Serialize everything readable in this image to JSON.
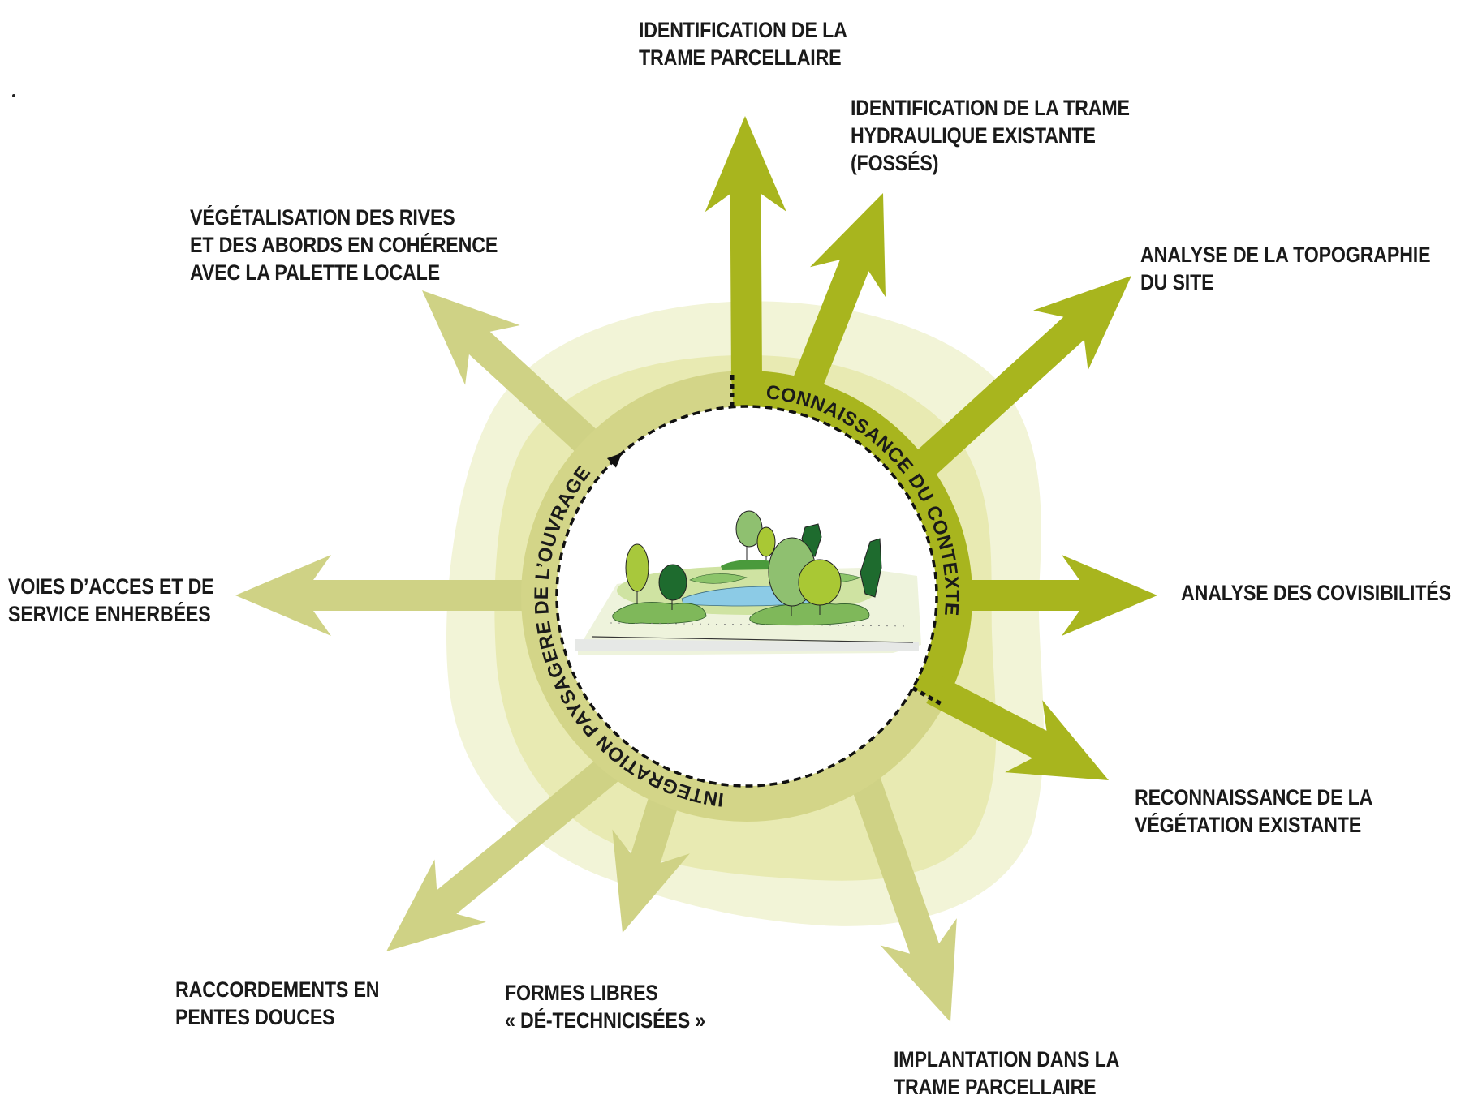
{
  "diagram": {
    "center": {
      "illustration": "landscape-sketch-pond-with-trees"
    },
    "ring": {
      "segments": [
        {
          "id": "context",
          "label": "CONNAISSANCE DU CONTEXTE",
          "color": "#a8b51e"
        },
        {
          "id": "integration",
          "label": "INTEGRATION PAYSAGERE DE L’OUVRAGE",
          "color": "#cfd285"
        }
      ]
    },
    "colors": {
      "dark_arrow": "#a8b51e",
      "light_arrow": "#cfd285",
      "halo_outer": "#f2f4d7",
      "halo_inner": "#e8eab2",
      "text": "#1a1a1a",
      "pond": "#8ccbe6"
    },
    "branches": {
      "parcellaire_id": {
        "group": "context",
        "lines": [
          "IDENTIFICATION DE LA",
          "TRAME PARCELLAIRE"
        ]
      },
      "hydraulique": {
        "group": "context",
        "lines": [
          "IDENTIFICATION DE LA TRAME",
          "HYDRAULIQUE EXISTANTE",
          "(FOSSÉS)"
        ]
      },
      "topographie": {
        "group": "context",
        "lines": [
          "ANALYSE DE LA TOPOGRAPHIE",
          "DU SITE"
        ]
      },
      "covisibilites": {
        "group": "context",
        "lines": [
          "ANALYSE DES COVISIBILITÉS"
        ]
      },
      "vegetation": {
        "group": "context",
        "lines": [
          "RECONNAISSANCE DE LA",
          "VÉGÉTATION EXISTANTE"
        ]
      },
      "implantation": {
        "group": "integration",
        "lines": [
          "IMPLANTATION DANS LA",
          "TRAME PARCELLAIRE"
        ]
      },
      "formes": {
        "group": "integration",
        "lines": [
          "FORMES LIBRES",
          "« DÉ-TECHNICISÉES »"
        ]
      },
      "raccordements": {
        "group": "integration",
        "lines": [
          "RACCORDEMENTS EN",
          "PENTES DOUCES"
        ]
      },
      "voies": {
        "group": "integration",
        "lines": [
          "VOIES D’ACCES ET DE",
          "SERVICE ENHERBÉES"
        ]
      },
      "vegetalisation": {
        "group": "integration",
        "lines": [
          "VÉGÉTALISATION DES RIVES",
          "ET DES ABORDS EN COHÉRENCE",
          "AVEC LA PALETTE LOCALE"
        ]
      }
    }
  }
}
